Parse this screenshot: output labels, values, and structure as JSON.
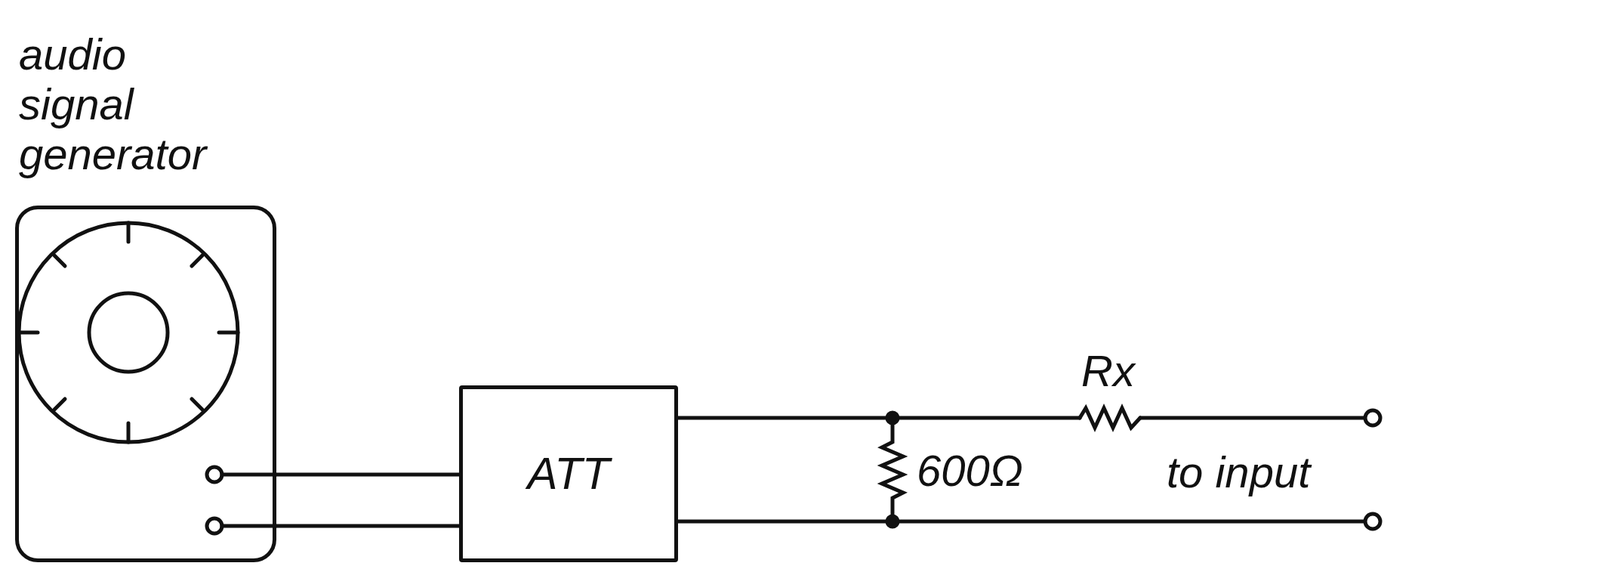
{
  "diagram": {
    "nodes": [
      {
        "text": [
          "audio signal generator"
        ]
      },
      {
        "text": [
          "ATT"
        ]
      }
    ],
    "edges": [
      {
        "from": 0,
        "to": 1,
        "arrow": "none"
      }
    ],
    "labels": [
      "Rx",
      "600Ω",
      "to input"
    ]
  }
}
